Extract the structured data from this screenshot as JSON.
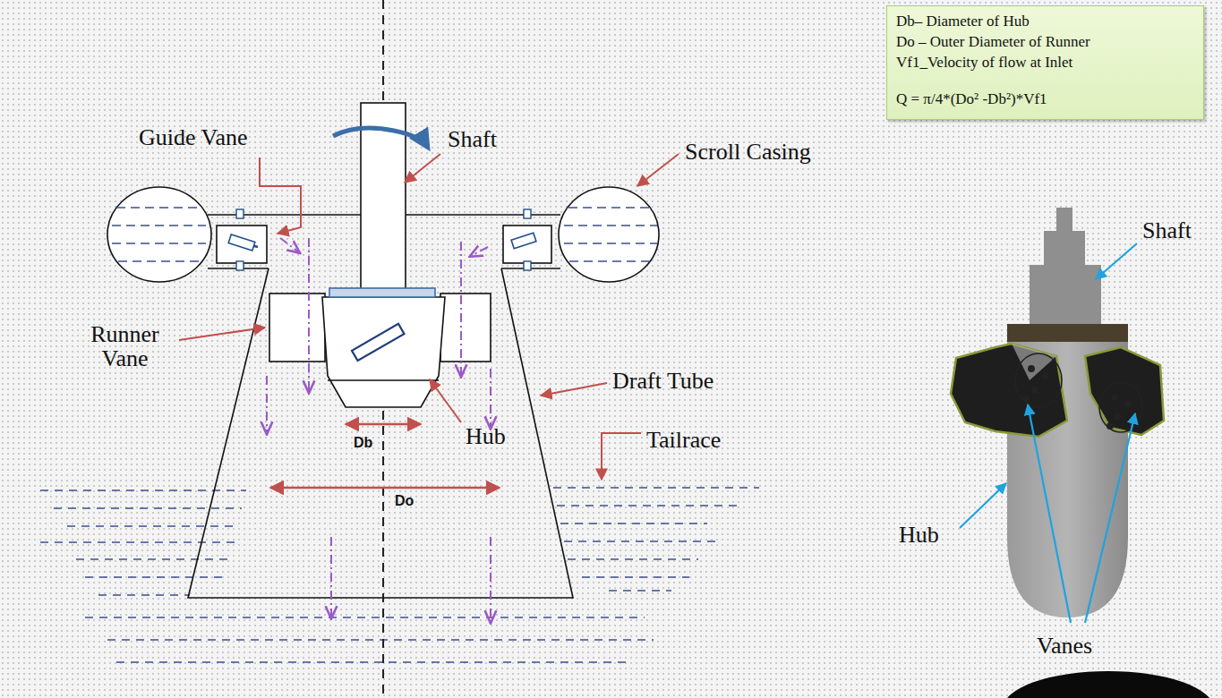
{
  "diagram": {
    "nodes": [
      {
        "text": [
          "Db– Diameter of Hub",
          "Do – Outer Diameter of Runner",
          "Vf1_Velocity of flow at Inlet",
          "Q = π/4*(Do² -Db²)*Vf1"
        ]
      }
    ],
    "labels": [
      "Guide Vane",
      "Shaft",
      "Scroll Casing",
      "Runner Vane",
      "Draft Tube",
      "Hub",
      "Tailrace",
      "Db",
      "Do",
      "Shaft",
      "Hub",
      "Vanes"
    ]
  }
}
